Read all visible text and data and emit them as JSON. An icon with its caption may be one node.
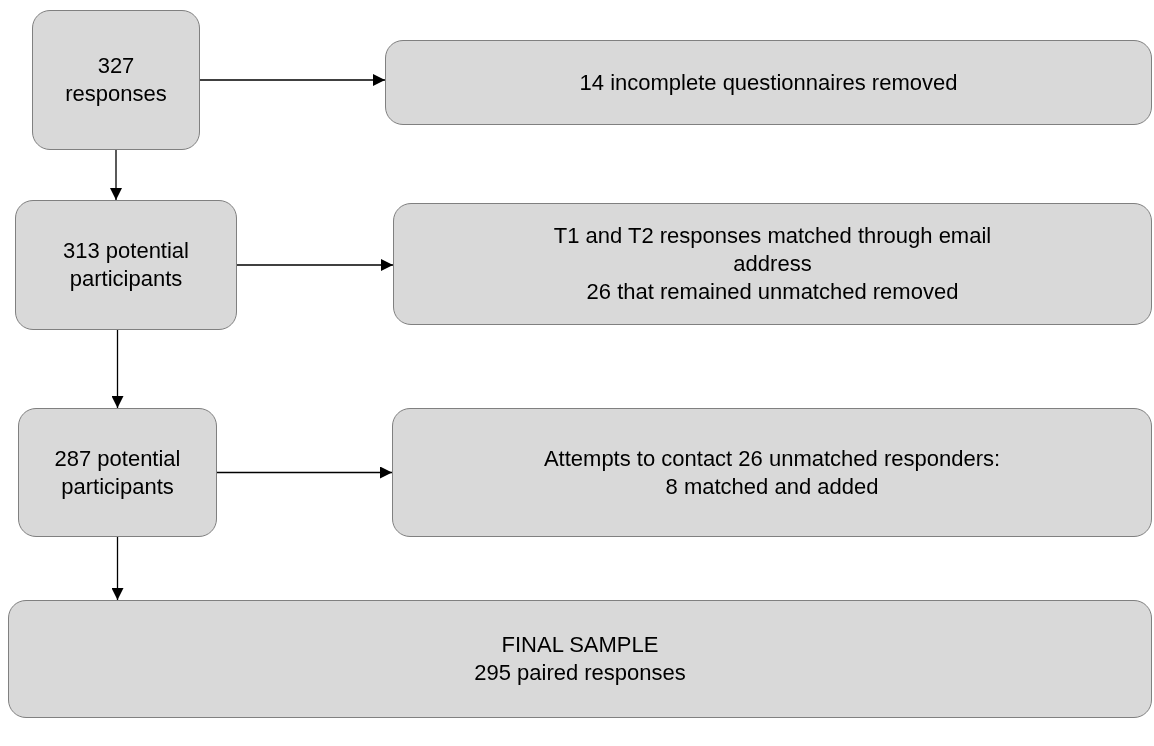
{
  "diagram": {
    "nodes": [
      {
        "text": [
          "327 responses"
        ]
      },
      {
        "text": [
          "14 incomplete questionnaires removed"
        ]
      },
      {
        "text": [
          "313 potential participants"
        ]
      },
      {
        "text": [
          "T1 and T2 responses matched through email address",
          "26 that remained unmatched removed"
        ]
      },
      {
        "text": [
          "287 potential participants"
        ]
      },
      {
        "text": [
          "Attempts to contact 26 unmatched responders:",
          "8 matched and added"
        ]
      },
      {
        "text": [
          "FINAL SAMPLE",
          "295 paired responses"
        ]
      }
    ],
    "edges": [
      {
        "from": 0,
        "to": 1,
        "arrow": "to"
      },
      {
        "from": 0,
        "to": 2,
        "arrow": "to"
      },
      {
        "from": 2,
        "to": 3,
        "arrow": "to"
      },
      {
        "from": 2,
        "to": 4,
        "arrow": "to"
      },
      {
        "from": 4,
        "to": 5,
        "arrow": "to"
      },
      {
        "from": 4,
        "to": 6,
        "arrow": "to"
      }
    ]
  }
}
